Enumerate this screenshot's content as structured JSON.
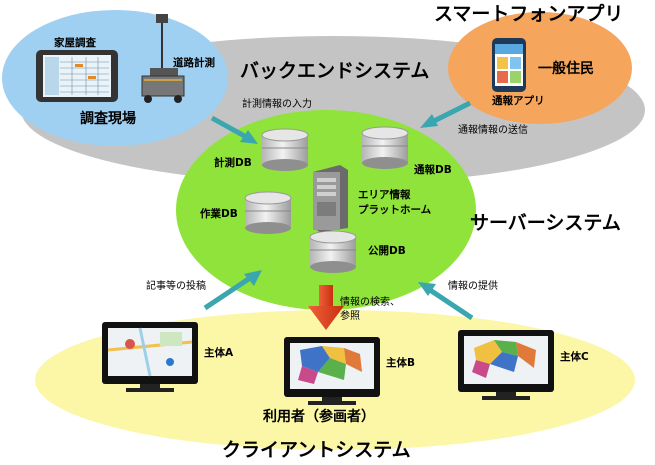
{
  "labels": {
    "smartphone_app_title": "スマートフォンアプリ",
    "backend_system": "バックエンドシステム",
    "server_system": "サーバーシステム",
    "client_system": "クライアントシステム",
    "field_survey": "調査現場",
    "house_survey": "家屋調査",
    "road_measurement": "道路計測",
    "general_resident": "一般住民",
    "report_app": "通報アプリ",
    "measurement_input": "計測情報の入力",
    "report_send": "通報情報の送信",
    "db_measure": "計測DB",
    "db_report": "通報DB",
    "db_work": "作業DB",
    "db_public": "公開DB",
    "platform": "エリア情報\nプラットホーム",
    "article_post": "記事等の投稿",
    "info_search": "情報の検索、\n参照",
    "info_provide": "情報の提供",
    "entity_a": "主体A",
    "entity_b": "主体B",
    "entity_c": "主体C",
    "users": "利用者（参画者）"
  },
  "colors": {
    "backend_ellipse": "#c4c4c4",
    "field_ellipse": "#9fd0f2",
    "smartphone_ellipse": "#f5a55c",
    "server_ellipse": "#8fe33a",
    "client_ellipse": "#fbf7a6",
    "arrow_teal": "#3aa6b0",
    "arrow_red": "#e0401e"
  }
}
